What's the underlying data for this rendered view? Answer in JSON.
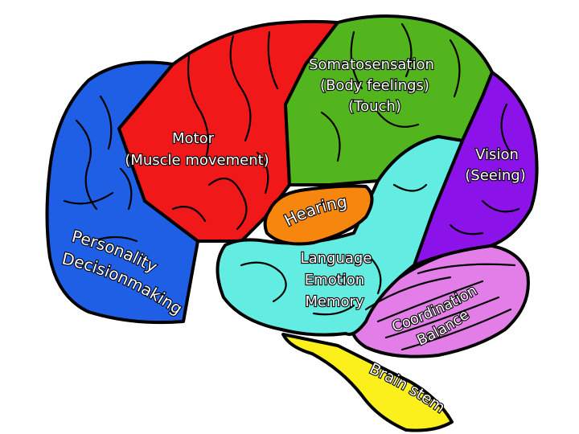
{
  "colors": {
    "frontal": "#1f5fe6",
    "motor": "#f01818",
    "somatosensation": "#53b51e",
    "vision": "#8b12e8",
    "temporal": "#62ece2",
    "hearing": "#f7860e",
    "cerebellum": "#e37ee8",
    "brain_stem": "#fbf01c",
    "outline": "#000000",
    "label_text": "#ffffff"
  },
  "regions": {
    "frontal": {
      "line1": "Personality",
      "line2": "Decisionmaking"
    },
    "motor": {
      "line1": "Motor",
      "line2": "(Muscle movement)"
    },
    "somatosensation": {
      "line1": "Somatosensation",
      "line2": "(Body feelings)",
      "line3": "(Touch)"
    },
    "vision": {
      "line1": "Vision",
      "line2": "(Seeing)"
    },
    "hearing": {
      "line1": "Hearing"
    },
    "temporal": {
      "line1": "Language",
      "line2": "Emotion",
      "line3": "Memory"
    },
    "cerebellum": {
      "line1": "Coordination",
      "line2": "Balance"
    },
    "brain_stem": {
      "line1": "Brain stem"
    }
  }
}
